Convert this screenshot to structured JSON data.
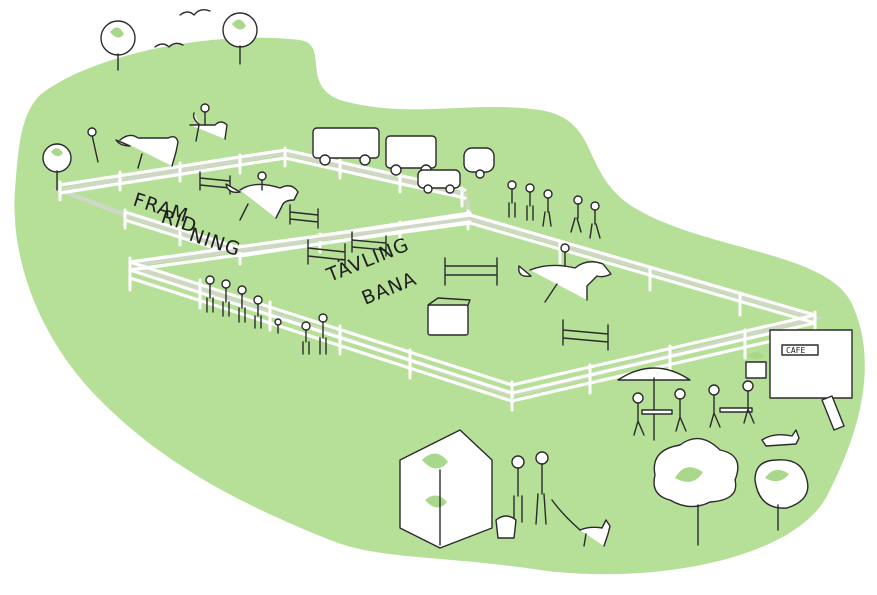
{
  "labels": {
    "warmup": [
      "FRAM",
      "RID",
      "NING"
    ],
    "competition": [
      "TÄVLING",
      "BANA"
    ],
    "cafe_sign": "CAFE"
  },
  "colors": {
    "grass": "#b6df98",
    "grass_dark": "#a9d88c",
    "fence": "#ffffff",
    "ink": "#2b2b2b",
    "background": "#ffffff"
  },
  "icons": {
    "trees": "tree-icon",
    "birds": "bird-icon",
    "horses": "horse-icon",
    "vehicles": "truck-icon",
    "people": "person-icon",
    "umbrella": "umbrella-icon",
    "dog": "dog-icon",
    "booth": "kiosk-icon"
  }
}
